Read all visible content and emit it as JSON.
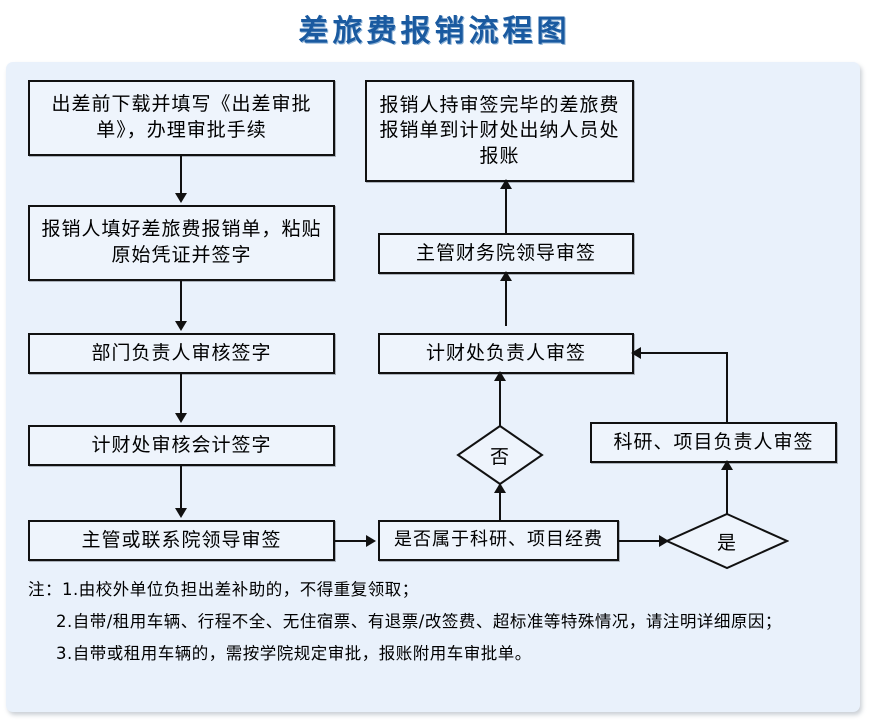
{
  "title": "差旅费报销流程图",
  "colors": {
    "title": "#1a5aa0",
    "panel_bg": "#e9f1fb",
    "node_bg": "#eef4fc",
    "line": "#111111"
  },
  "flowchart": {
    "type": "flowchart",
    "left_column": [
      {
        "id": "n1",
        "label": "出差前下载并填写《出差审批单》，办理审批手续"
      },
      {
        "id": "n2",
        "label": "报销人填好差旅费报销单，粘贴原始凭证并签字"
      },
      {
        "id": "n3",
        "label": "部门负责人审核签字"
      },
      {
        "id": "n4",
        "label": "计财处审核会计签字"
      },
      {
        "id": "n5",
        "label": "主管或联系院领导审签"
      }
    ],
    "right_column": [
      {
        "id": "n9",
        "label": "报销人持审签完毕的差旅费报销单到计财处出纳人员处报账"
      },
      {
        "id": "n8",
        "label": "主管财务院领导审签"
      },
      {
        "id": "n7",
        "label": "计财处负责人审签"
      },
      {
        "id": "n10",
        "label": "科研、项目负责人审签"
      }
    ],
    "bottom_row": [
      {
        "id": "n6",
        "label": "是否属于科研、项目经费"
      }
    ],
    "decisions": [
      {
        "id": "d_no",
        "label": "否"
      },
      {
        "id": "d_yes",
        "label": "是"
      }
    ],
    "edges": [
      {
        "from": "n1",
        "to": "n2",
        "label": ""
      },
      {
        "from": "n2",
        "to": "n3",
        "label": ""
      },
      {
        "from": "n3",
        "to": "n4",
        "label": ""
      },
      {
        "from": "n4",
        "to": "n5",
        "label": ""
      },
      {
        "from": "n5",
        "to": "n6",
        "label": ""
      },
      {
        "from": "n6",
        "to": "d_no",
        "label": "否"
      },
      {
        "from": "d_no",
        "to": "n7",
        "label": ""
      },
      {
        "from": "n6",
        "to": "d_yes",
        "label": "是"
      },
      {
        "from": "d_yes",
        "to": "n10",
        "label": ""
      },
      {
        "from": "n10",
        "to": "n7",
        "label": ""
      },
      {
        "from": "n7",
        "to": "n8",
        "label": ""
      },
      {
        "from": "n8",
        "to": "n9",
        "label": ""
      }
    ]
  },
  "notes": {
    "line1": "注：1.由校外单位负担出差补助的，不得重复领取；",
    "line2": "2.自带/租用车辆、行程不全、无住宿票、有退票/改签费、超标准等特殊情况，请注明详细原因；",
    "line3": "3.自带或租用车辆的，需按学院规定审批，报账附用车审批单。"
  }
}
